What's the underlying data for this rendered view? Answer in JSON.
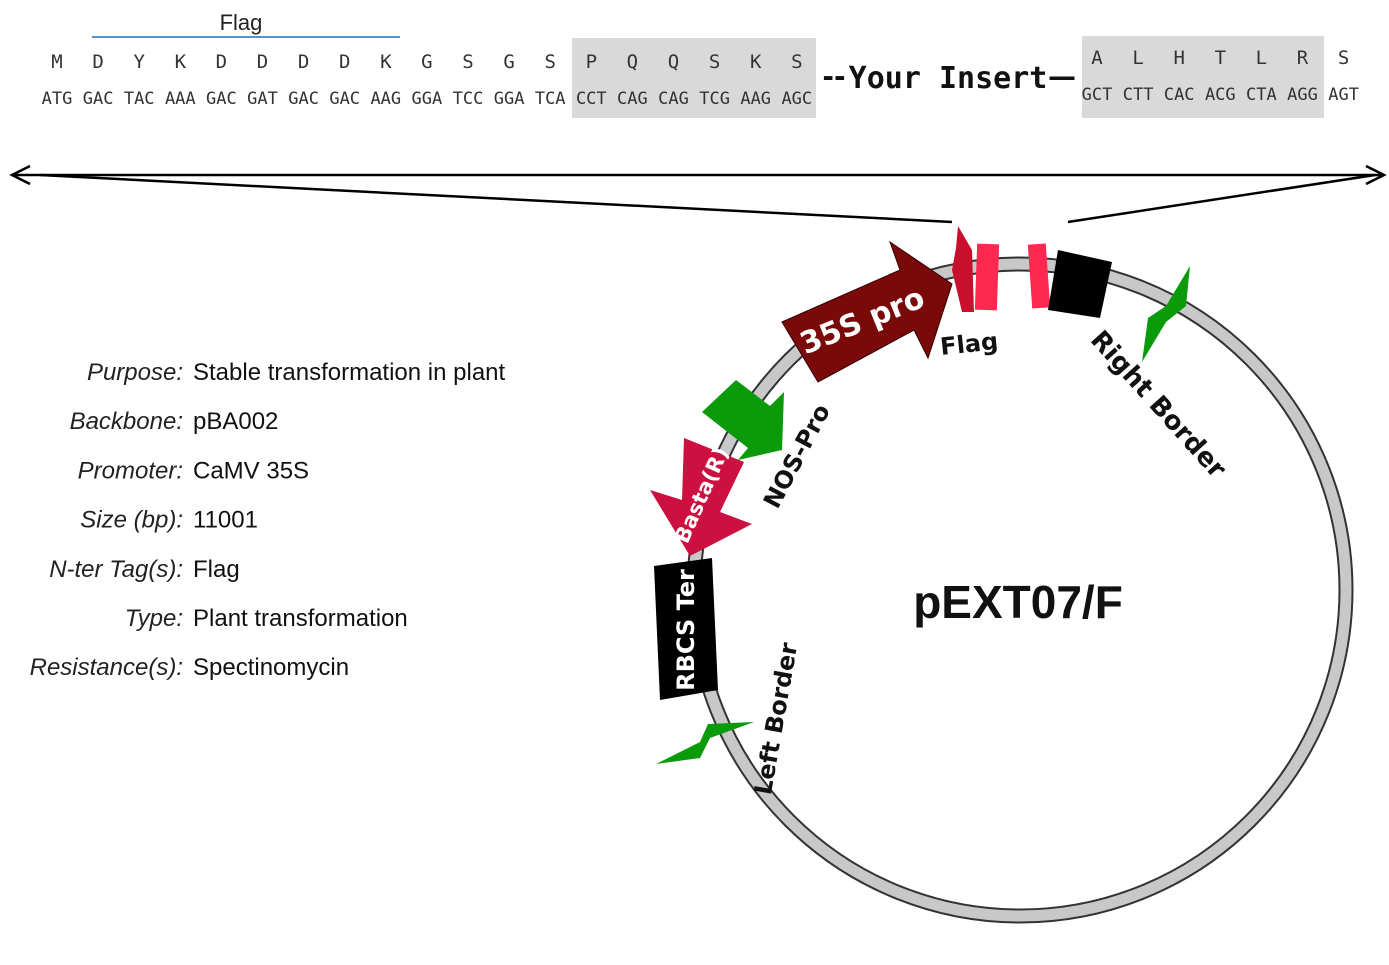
{
  "top_sequence": {
    "flag_label": "Flag",
    "amino_acids": [
      "M",
      "D",
      "Y",
      "K",
      "D",
      "D",
      "D",
      "D",
      "K",
      "G",
      "S",
      "G",
      "S",
      "P",
      "Q",
      "Q",
      "S",
      "K",
      "S"
    ],
    "codons": [
      "ATG",
      "GAC",
      "TAC",
      "AAA",
      "GAC",
      "GAT",
      "GAC",
      "GAC",
      "AAG",
      "GGA",
      "TCC",
      "GGA",
      "TCA",
      "CCT",
      "CAG",
      "CAG",
      "TCG",
      "AAG",
      "AGC"
    ],
    "insert_label": "Your Insert",
    "insert_left_dash": "--",
    "insert_right_dash": "—",
    "right_amino_acids": [
      "A",
      "L",
      "H",
      "T",
      "L",
      "R",
      "S"
    ],
    "right_codons": [
      "GCT",
      "CTT",
      "CAC",
      "ACG",
      "CTA",
      "AGG",
      "AGT"
    ],
    "highlight_color": "#d9d9d9",
    "flag_line_color": "#5b8fd0"
  },
  "info": [
    {
      "key": "Purpose:",
      "value": "Stable transformation in plant"
    },
    {
      "key": "Backbone:",
      "value": "pBA002"
    },
    {
      "key": "Promoter:",
      "value": "CaMV 35S"
    },
    {
      "key": "Size (bp):",
      "value": "11001"
    },
    {
      "key": "N-ter Tag(s):",
      "value": "Flag"
    },
    {
      "key": "Type:",
      "value": "Plant transformation"
    },
    {
      "key": "Resistance(s):",
      "value": "Spectinomycin"
    }
  ],
  "plasmid": {
    "name": "pEXT07/F",
    "features": {
      "promoter_35s": "35S pro",
      "flag": "Flag",
      "right_border": "Right Border",
      "nos_pro": "NOS-Pro",
      "basta": "Basta(R)",
      "rbcs_ter": "RBCS Ter",
      "left_border": "Left Border"
    },
    "colors": {
      "backbone": "#c8c8c8",
      "promoter_35s": "#7a0a0a",
      "flag_tag": "#ff2850",
      "flag_tag_dark": "#c8102e",
      "basta": "#cc1040",
      "green": "#0a9a0a",
      "black": "#000000"
    }
  }
}
